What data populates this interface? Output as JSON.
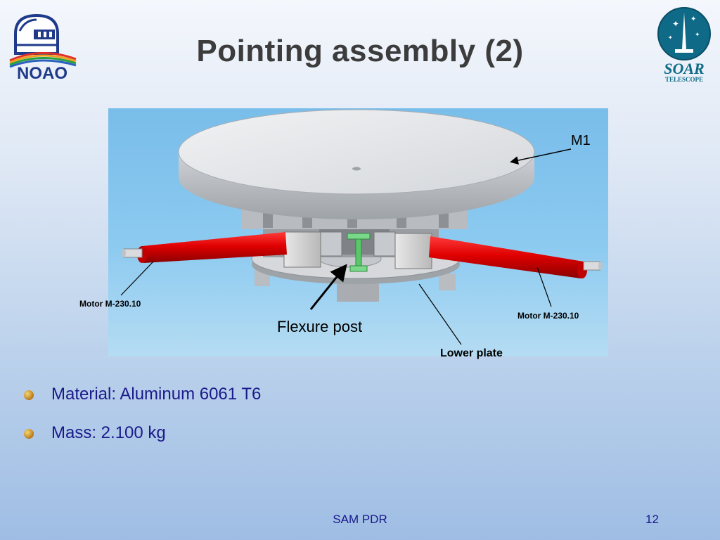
{
  "slide": {
    "title": "Pointing assembly (2)",
    "footer_center": "SAM PDR",
    "page_number": "12"
  },
  "logos": {
    "left": {
      "text": "NOAO"
    },
    "right": {
      "line1": "SOAR",
      "line2": "TELESCOPE"
    }
  },
  "figure": {
    "labels": {
      "m1": "M1",
      "motor_left": "Motor M-230.10",
      "motor_right": "Motor M-230.10",
      "flexure_post": "Flexure post",
      "lower_plate": "Lower plate"
    }
  },
  "bullets": [
    {
      "text": "Material:  Aluminum 6061 T6"
    },
    {
      "text": "Mass: 2.100 kg"
    }
  ]
}
